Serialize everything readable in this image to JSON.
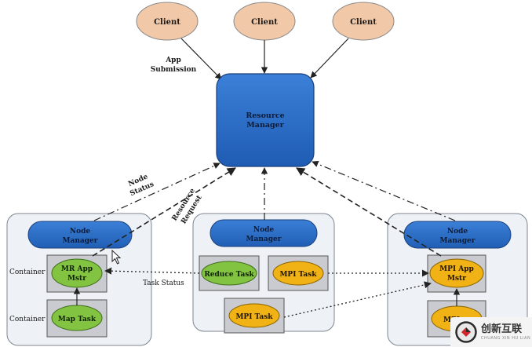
{
  "clients": [
    "Client",
    "Client",
    "Client"
  ],
  "resource_manager": {
    "line1": "Resource",
    "line2": "Manager"
  },
  "node_manager": {
    "line1": "Node",
    "line2": "Manager"
  },
  "tasks": {
    "mr_app_mstr": {
      "line1": "MR App",
      "line2": "Mstr"
    },
    "map_task": "Map Task",
    "reduce_task": "Reduce Task",
    "mpi_task": "MPI Task",
    "mpi_app_mstr": {
      "line1": "MPI App",
      "line2": "Mstr"
    },
    "mpi_partial": "MPI"
  },
  "labels": {
    "app_submission": {
      "line1": "App",
      "line2": "Submission"
    },
    "node_status": {
      "line1": "Node",
      "line2": "Status"
    },
    "resource_request": {
      "line1": "Resource",
      "line2": "Request"
    },
    "task_status": "Task Status",
    "container": "Container"
  },
  "watermark": {
    "text": "创新互联",
    "sub": "CHUANG XIN HU LIAN"
  },
  "colors": {
    "client_fill": "#f2c9a8",
    "manager_fill": "#2a6cc8",
    "task_green": "#82c341",
    "task_orange": "#f0b214",
    "container_gray": "#c9cbd0",
    "cluster_bg": "#eef2f6"
  }
}
